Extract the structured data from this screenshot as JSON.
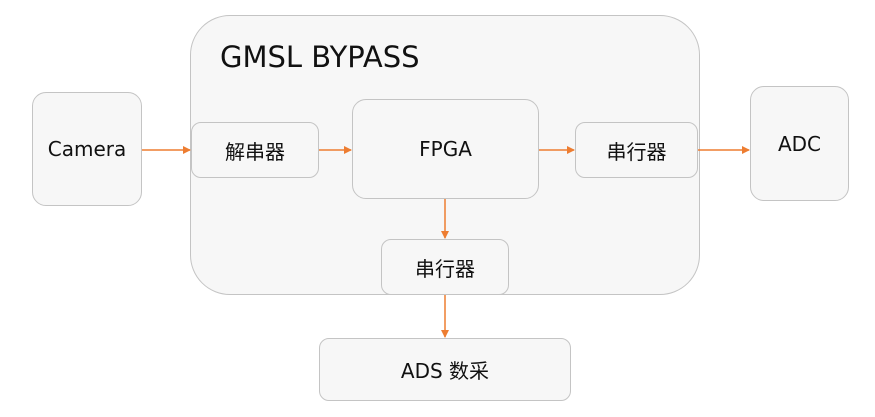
{
  "diagram": {
    "container": {
      "title": "GMSL BYPASS"
    },
    "nodes": {
      "camera": "Camera",
      "deserializer": "解串器",
      "fpga": "FPGA",
      "serializer_right": "串行器",
      "adc": "ADC",
      "serializer_bottom": "串行器",
      "ads": "ADS 数采"
    },
    "edges": [
      {
        "from": "camera",
        "to": "deserializer"
      },
      {
        "from": "deserializer",
        "to": "fpga"
      },
      {
        "from": "fpga",
        "to": "serializer_right"
      },
      {
        "from": "serializer_right",
        "to": "adc"
      },
      {
        "from": "fpga",
        "to": "serializer_bottom"
      },
      {
        "from": "serializer_bottom",
        "to": "ads"
      }
    ],
    "colors": {
      "arrow": "#ED7D31",
      "box_fill": "#F7F7F7",
      "box_border": "#C4C4C4"
    }
  }
}
